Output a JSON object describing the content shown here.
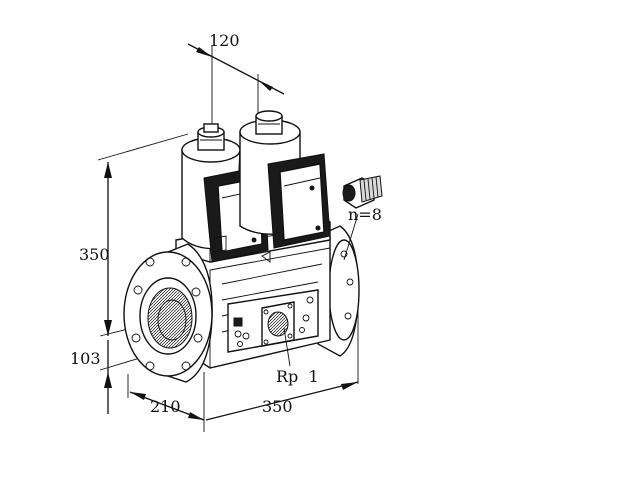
{
  "drawing": {
    "dimensions": {
      "top_width": "120",
      "height": "350",
      "base_height": "103",
      "depth": "210",
      "length": "350"
    },
    "callouts": {
      "cable_glands": "n=8",
      "port_thread": "Rp  1"
    },
    "colors": {
      "line": "#111111",
      "background": "#ffffff",
      "coil_dark": "#1a1a1a"
    }
  }
}
